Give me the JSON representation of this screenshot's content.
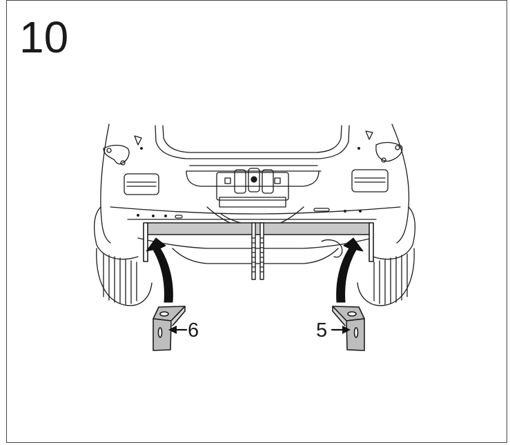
{
  "step": {
    "number": "10"
  },
  "callouts": {
    "left_part": "6",
    "right_part": "5"
  },
  "colors": {
    "line": "#1a1a1a",
    "crossbar": "#c8c8c8",
    "bracket": "#bdbdbd",
    "arrow": "#111111"
  },
  "icons": [
    "car-rear-outline",
    "crossbar",
    "left-bracket-icon",
    "right-bracket-icon",
    "curved-arrow-icon",
    "pointer-arrow-icon"
  ]
}
